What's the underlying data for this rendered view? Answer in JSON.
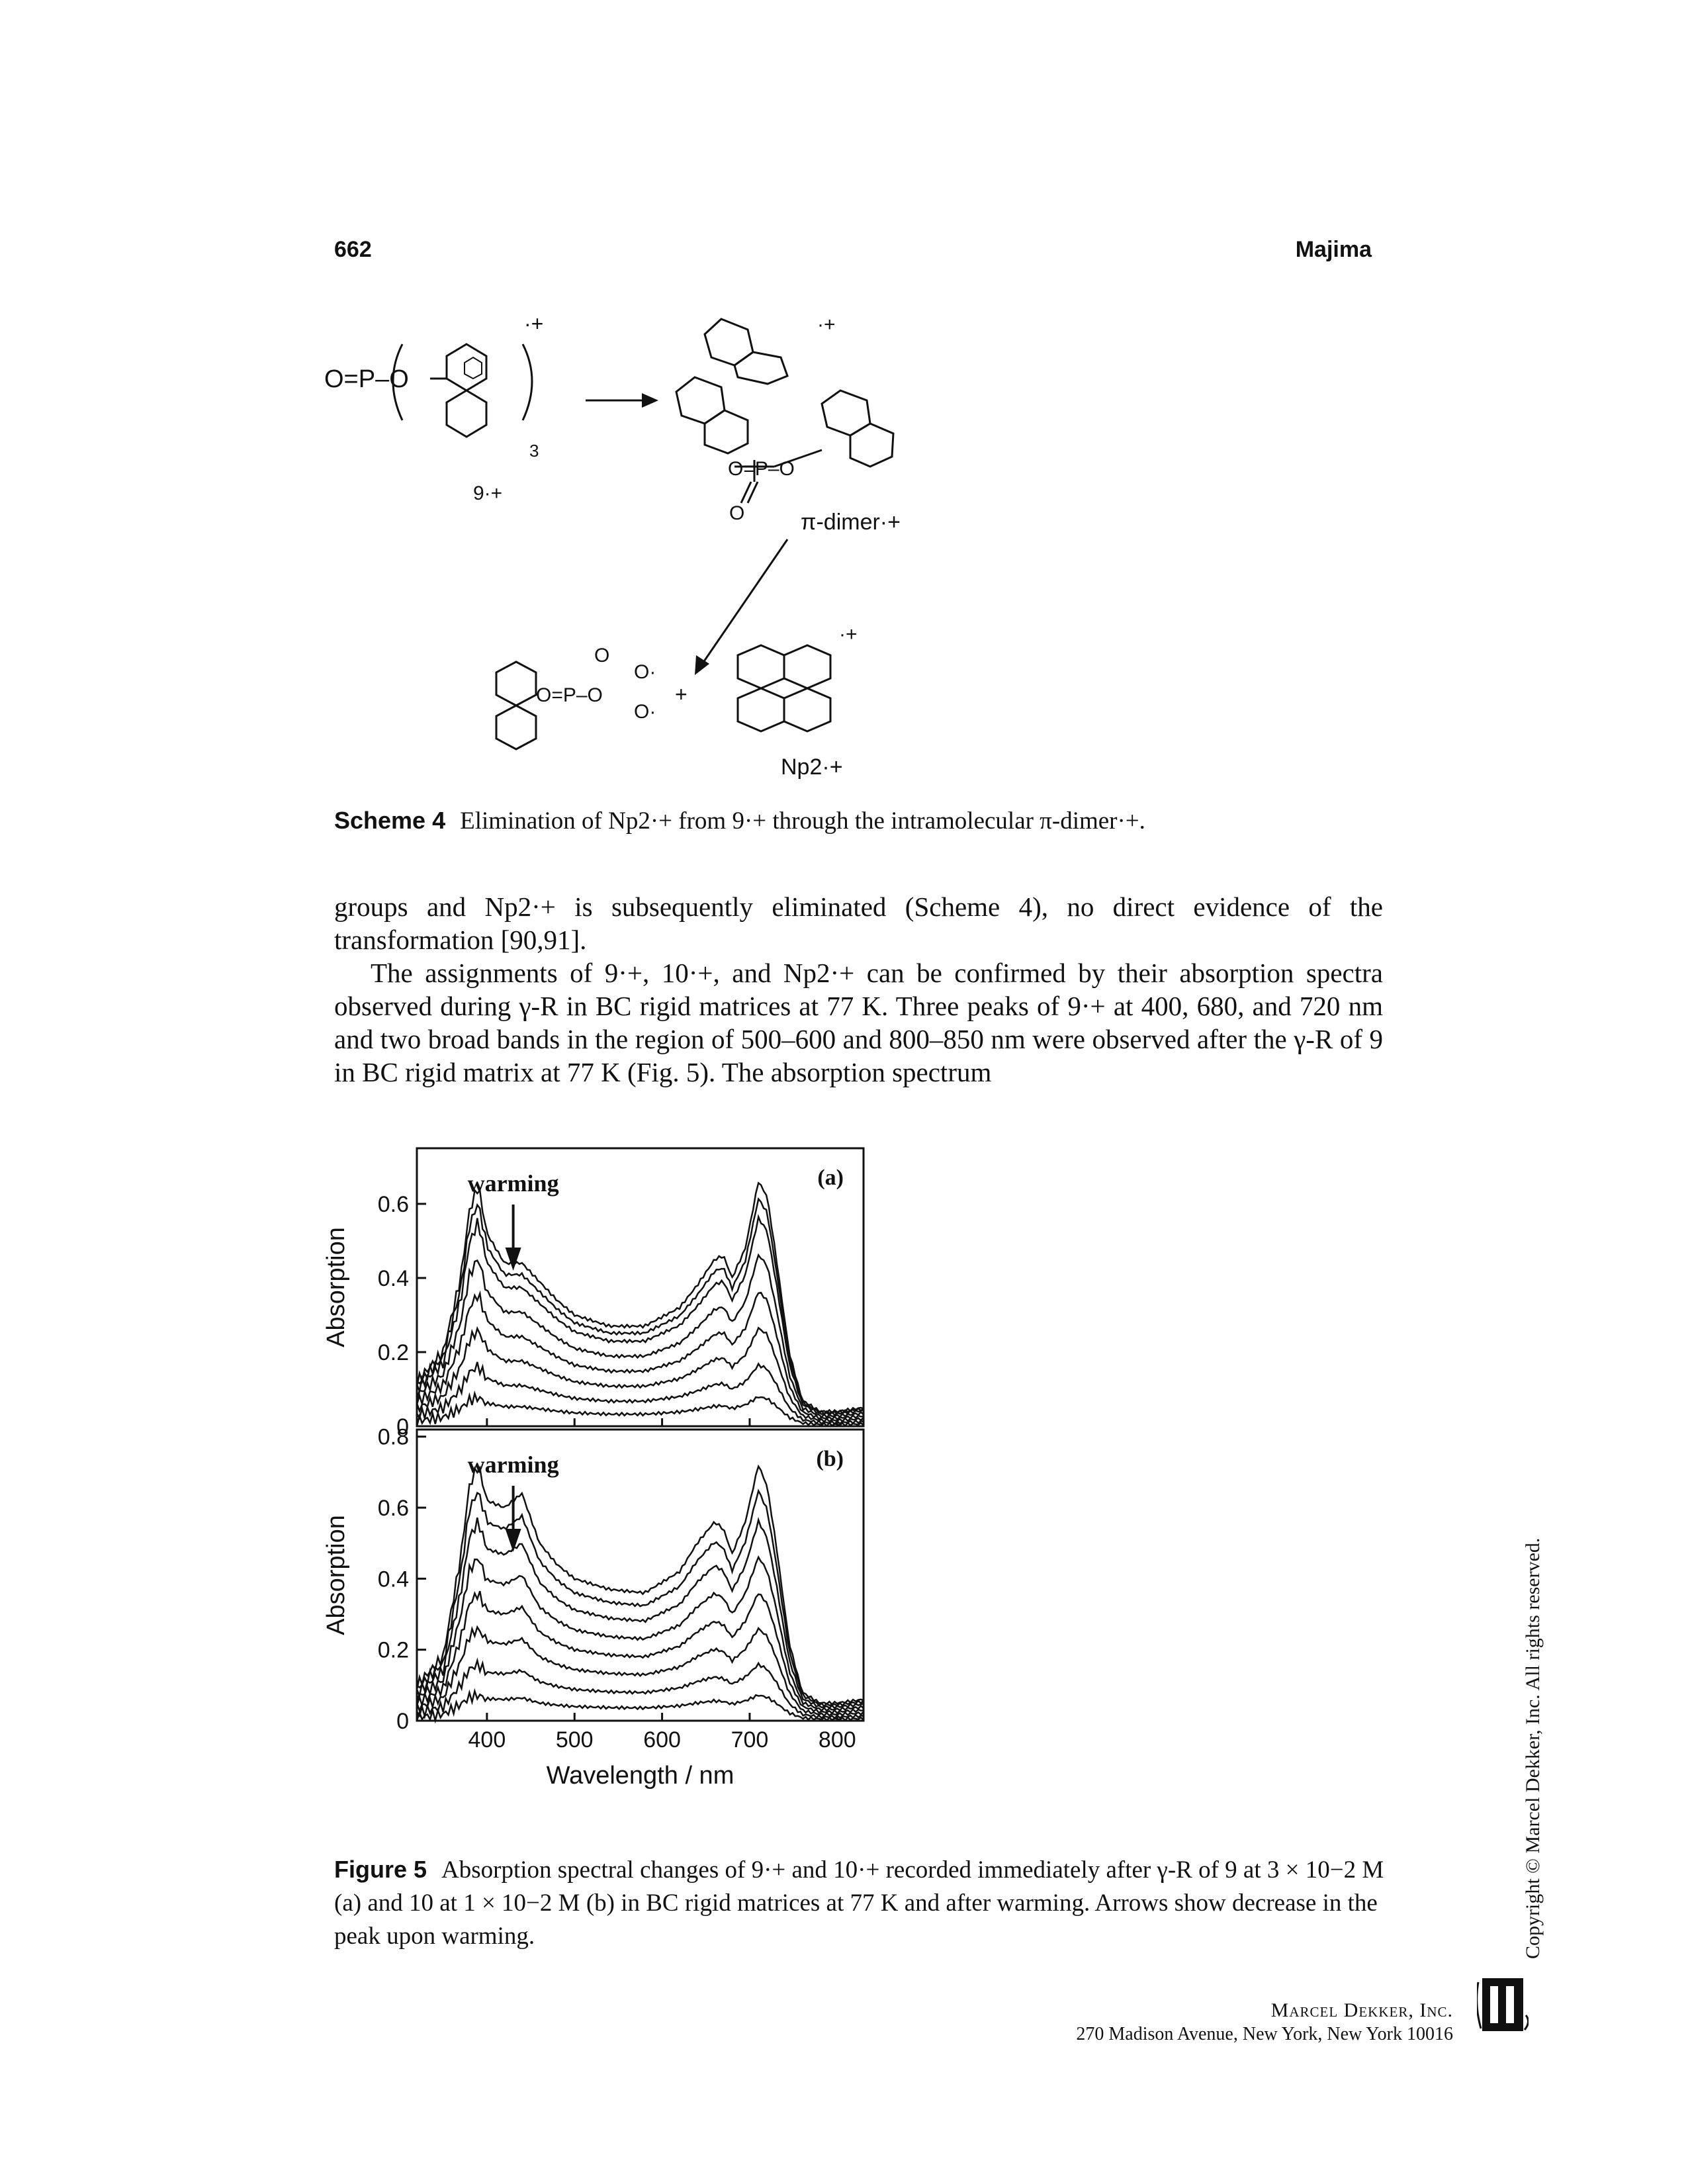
{
  "header": {
    "page_number": "662",
    "author": "Majima"
  },
  "scheme": {
    "labels": {
      "reactant": "9·+",
      "subscript_3": "3",
      "charge": "·+",
      "dimer": "π-dimer·+",
      "product": "Np2·+",
      "plus": "+",
      "phosphate": "O=P–O",
      "oxygen": "O",
      "oxygen_anion": "O·"
    },
    "caption_label": "Scheme 4",
    "caption_text": "Elimination of Np2·+ from 9·+ through the intramolecular π-dimer·+."
  },
  "body": {
    "paragraph1": "groups and Np2·+ is subsequently eliminated (Scheme 4), no direct evidence of the transformation [90,91].",
    "paragraph2": "The assignments of 9·+, 10·+, and Np2·+ can be confirmed by their absorption spectra observed during γ-R in BC rigid matrices at 77 K. Three peaks of 9·+ at 400, 680, and 720 nm and two broad bands in the region of 500–600 and 800–850 nm were observed after the γ-R of 9 in BC rigid matrix at 77 K (Fig. 5). The absorption spectrum"
  },
  "figure": {
    "caption_label": "Figure 5",
    "caption_text": "Absorption spectral changes of 9·+ and 10·+ recorded immediately after γ-R of 9 at 3 × 10−2 M (a) and 10 at 1 × 10−2 M (b) in BC rigid matrices at 77 K and after warming. Arrows show decrease in the peak upon warming."
  },
  "chart_data": [
    {
      "type": "line",
      "panel_label": "(a)",
      "annotation": "warming",
      "ylabel": "Absorption",
      "xlabel": "",
      "xlim": [
        320,
        830
      ],
      "ylim": [
        0,
        0.75
      ],
      "yticks": [
        "0",
        "0.2",
        "0.4",
        "0.6"
      ],
      "series_peak_scale": [
        1.0,
        0.93,
        0.85,
        0.7,
        0.55,
        0.4,
        0.25,
        0.12
      ],
      "profile": {
        "x": [
          320,
          350,
          370,
          380,
          390,
          400,
          420,
          440,
          460,
          480,
          500,
          540,
          580,
          620,
          640,
          660,
          670,
          680,
          695,
          710,
          720,
          730,
          745,
          760,
          780,
          800,
          830
        ],
        "y": [
          0.12,
          0.2,
          0.4,
          0.58,
          0.65,
          0.52,
          0.44,
          0.44,
          0.39,
          0.34,
          0.3,
          0.27,
          0.27,
          0.32,
          0.38,
          0.45,
          0.46,
          0.4,
          0.48,
          0.66,
          0.62,
          0.46,
          0.2,
          0.07,
          0.04,
          0.04,
          0.05
        ]
      }
    },
    {
      "type": "line",
      "panel_label": "(b)",
      "annotation": "warming",
      "ylabel": "Absorption",
      "xlabel": "Wavelength / nm",
      "xlim": [
        320,
        830
      ],
      "ylim": [
        0,
        0.82
      ],
      "xticks": [
        "400",
        "500",
        "600",
        "700",
        "800"
      ],
      "yticks": [
        "0",
        "0.2",
        "0.4",
        "0.6",
        "0.8"
      ],
      "series_peak_scale": [
        1.0,
        0.9,
        0.78,
        0.64,
        0.5,
        0.36,
        0.22,
        0.1
      ],
      "profile": {
        "x": [
          320,
          350,
          370,
          380,
          390,
          400,
          420,
          440,
          460,
          480,
          500,
          540,
          580,
          620,
          640,
          660,
          670,
          680,
          695,
          710,
          720,
          730,
          745,
          760,
          780,
          800,
          830
        ],
        "y": [
          0.1,
          0.18,
          0.46,
          0.66,
          0.72,
          0.62,
          0.6,
          0.64,
          0.5,
          0.44,
          0.4,
          0.37,
          0.36,
          0.42,
          0.5,
          0.56,
          0.54,
          0.47,
          0.56,
          0.72,
          0.66,
          0.5,
          0.22,
          0.08,
          0.05,
          0.05,
          0.06
        ]
      }
    }
  ],
  "copyright": "Copyright © Marcel Dekker, Inc. All rights reserved.",
  "publisher": {
    "name": "Marcel Dekker, Inc.",
    "address": "270 Madison Avenue, New York, New York 10016"
  }
}
